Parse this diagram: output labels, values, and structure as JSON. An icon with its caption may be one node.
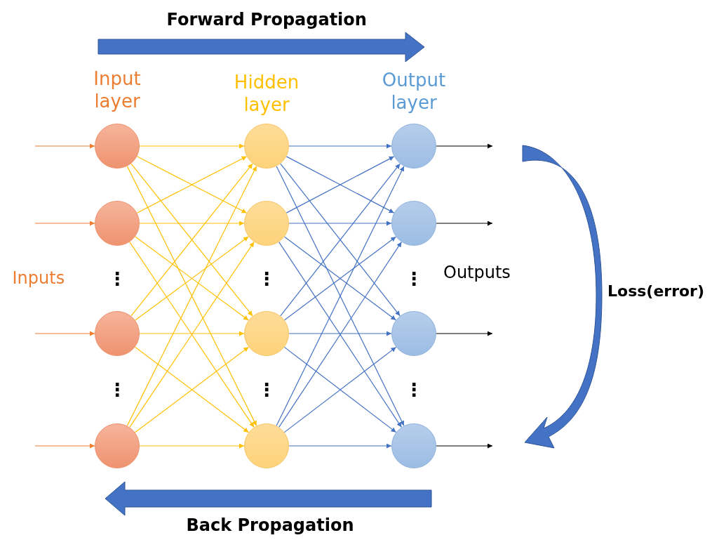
{
  "diagram": {
    "nodes": [
      {
        "text": [],
        "shape": "circle"
      },
      {
        "text": [],
        "shape": "circle"
      },
      {
        "text": [],
        "shape": "circle"
      },
      {
        "text": [],
        "shape": "circle"
      },
      {
        "text": [],
        "shape": "circle"
      },
      {
        "text": [],
        "shape": "circle"
      },
      {
        "text": [],
        "shape": "circle"
      },
      {
        "text": [],
        "shape": "circle"
      },
      {
        "text": [],
        "shape": "circle"
      },
      {
        "text": [],
        "shape": "circle"
      },
      {
        "text": [],
        "shape": "circle"
      },
      {
        "text": [],
        "shape": "circle"
      }
    ],
    "edges": [
      {
        "from": null,
        "to": 0,
        "arrow": "to",
        "color": "#ed7d31"
      },
      {
        "from": null,
        "to": 1,
        "arrow": "to",
        "color": "#ed7d31"
      },
      {
        "from": null,
        "to": 2,
        "arrow": "to",
        "color": "#ed7d31"
      },
      {
        "from": null,
        "to": 3,
        "arrow": "to",
        "color": "#ed7d31"
      },
      {
        "from": 0,
        "to": 4,
        "arrow": "to",
        "color": "#ffc000"
      },
      {
        "from": 0,
        "to": 5,
        "arrow": "to",
        "color": "#ffc000"
      },
      {
        "from": 0,
        "to": 6,
        "arrow": "to",
        "color": "#ffc000"
      },
      {
        "from": 0,
        "to": 7,
        "arrow": "to",
        "color": "#ffc000"
      },
      {
        "from": 1,
        "to": 4,
        "arrow": "to",
        "color": "#ffc000"
      },
      {
        "from": 1,
        "to": 5,
        "arrow": "to",
        "color": "#ffc000"
      },
      {
        "from": 1,
        "to": 6,
        "arrow": "to",
        "color": "#ffc000"
      },
      {
        "from": 1,
        "to": 7,
        "arrow": "to",
        "color": "#ffc000"
      },
      {
        "from": 2,
        "to": 4,
        "arrow": "to",
        "color": "#ffc000"
      },
      {
        "from": 2,
        "to": 5,
        "arrow": "to",
        "color": "#ffc000"
      },
      {
        "from": 2,
        "to": 6,
        "arrow": "to",
        "color": "#ffc000"
      },
      {
        "from": 2,
        "to": 7,
        "arrow": "to",
        "color": "#ffc000"
      },
      {
        "from": 3,
        "to": 4,
        "arrow": "to",
        "color": "#ffc000"
      },
      {
        "from": 3,
        "to": 5,
        "arrow": "to",
        "color": "#ffc000"
      },
      {
        "from": 3,
        "to": 6,
        "arrow": "to",
        "color": "#ffc000"
      },
      {
        "from": 3,
        "to": 7,
        "arrow": "to",
        "color": "#ffc000"
      },
      {
        "from": 4,
        "to": 8,
        "arrow": "to",
        "color": "#4472c4"
      },
      {
        "from": 4,
        "to": 9,
        "arrow": "to",
        "color": "#4472c4"
      },
      {
        "from": 4,
        "to": 10,
        "arrow": "to",
        "color": "#4472c4"
      },
      {
        "from": 4,
        "to": 11,
        "arrow": "to",
        "color": "#4472c4"
      },
      {
        "from": 5,
        "to": 8,
        "arrow": "to",
        "color": "#4472c4"
      },
      {
        "from": 5,
        "to": 9,
        "arrow": "to",
        "color": "#4472c4"
      },
      {
        "from": 5,
        "to": 10,
        "arrow": "to",
        "color": "#4472c4"
      },
      {
        "from": 5,
        "to": 11,
        "arrow": "to",
        "color": "#4472c4"
      },
      {
        "from": 6,
        "to": 8,
        "arrow": "to",
        "color": "#4472c4"
      },
      {
        "from": 6,
        "to": 9,
        "arrow": "to",
        "color": "#4472c4"
      },
      {
        "from": 6,
        "to": 10,
        "arrow": "to",
        "color": "#4472c4"
      },
      {
        "from": 6,
        "to": 11,
        "arrow": "to",
        "color": "#4472c4"
      },
      {
        "from": 7,
        "to": 8,
        "arrow": "to",
        "color": "#4472c4"
      },
      {
        "from": 7,
        "to": 9,
        "arrow": "to",
        "color": "#4472c4"
      },
      {
        "from": 7,
        "to": 10,
        "arrow": "to",
        "color": "#4472c4"
      },
      {
        "from": 7,
        "to": 11,
        "arrow": "to",
        "color": "#4472c4"
      },
      {
        "from": 8,
        "to": null,
        "arrow": "to",
        "color": "#000000"
      },
      {
        "from": 9,
        "to": null,
        "arrow": "to",
        "color": "#000000"
      },
      {
        "from": 10,
        "to": null,
        "arrow": "to",
        "color": "#000000"
      },
      {
        "from": 11,
        "to": null,
        "arrow": "to",
        "color": "#000000"
      }
    ],
    "labels": [
      "Forward Propagation",
      "Input layer",
      "Hidden layer",
      "Output layer",
      "Inputs",
      "⋮",
      "⋮",
      "⋮",
      "Outputs",
      "Loss(error)",
      "⋮",
      "⋮",
      "⋮",
      "Back Propagation"
    ]
  }
}
